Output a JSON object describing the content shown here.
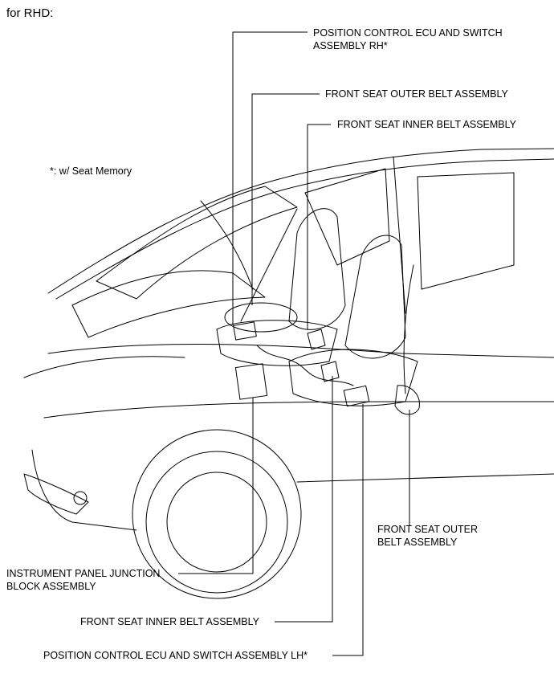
{
  "header": {
    "variant": "for RHD:"
  },
  "note": {
    "text": "*: w/ Seat Memory"
  },
  "labels": {
    "pos_ecu_rh_line1": "POSITION CONTROL ECU AND SWITCH",
    "pos_ecu_rh_line2": "ASSEMBLY RH*",
    "outer_belt_top": "FRONT SEAT OUTER BELT ASSEMBLY",
    "inner_belt_top": "FRONT SEAT INNER BELT ASSEMBLY",
    "outer_belt_right_line1": "FRONT SEAT OUTER",
    "outer_belt_right_line2": "BELT ASSEMBLY",
    "ip_junction_line1": "INSTRUMENT PANEL JUNCTION",
    "ip_junction_line2": "BLOCK ASSEMBLY",
    "inner_belt_bottom": "FRONT SEAT INNER BELT ASSEMBLY",
    "pos_ecu_lh": "POSITION CONTROL ECU AND SWITCH ASSEMBLY LH*"
  }
}
